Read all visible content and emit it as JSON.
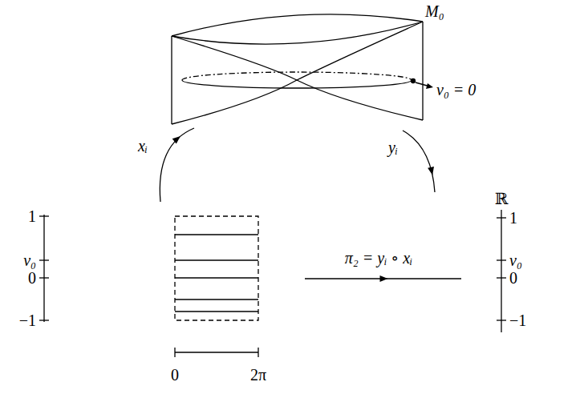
{
  "diagram": {
    "nodes": [
      {
        "text": [
          "M₀"
        ]
      },
      {
        "text": [
          "1",
          "v₀",
          "0",
          "−1",
          "0",
          "2π"
        ]
      },
      {
        "text": [
          "ℝ",
          "1",
          "v₀",
          "0",
          "−1"
        ]
      }
    ],
    "edges": [
      {
        "from": 1,
        "to": 0,
        "arrow": "to",
        "label": "xᵢ"
      },
      {
        "from": 0,
        "to": 2,
        "arrow": "to",
        "label": "yᵢ"
      },
      {
        "from": 1,
        "to": 2,
        "arrow": "to",
        "label": "π₂ = yᵢ ∘ xᵢ"
      }
    ],
    "labels": [
      "v₀ = 0"
    ]
  }
}
